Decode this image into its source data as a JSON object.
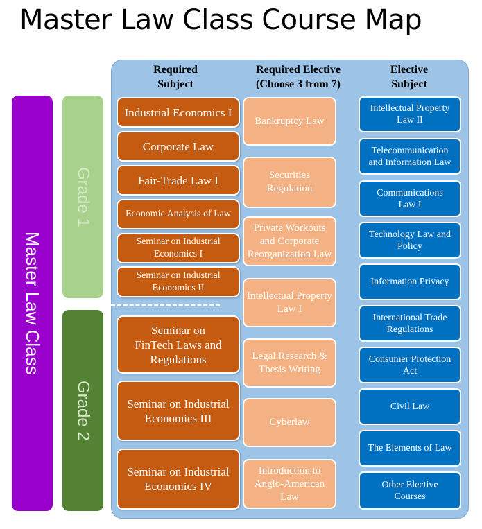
{
  "title": "Master Law Class Course Map",
  "program": {
    "label": "Master Law Class",
    "color": "#9900cc"
  },
  "grades": [
    {
      "label": "Grade 1",
      "color": "#a9d18e"
    },
    {
      "label": "Grade 2",
      "color": "#548235"
    }
  ],
  "columns": {
    "required": {
      "line1": "Required",
      "line2": "Subject"
    },
    "required_elective": {
      "line1": "Required Elective",
      "line2": "(Choose 3 from 7)"
    },
    "elective": {
      "line1": "Elective",
      "line2": "Subject"
    }
  },
  "colors": {
    "panel": "#9dc3e6",
    "required": "#c55a11",
    "required_elective": "#f4b183",
    "elective": "#0070c0"
  },
  "required_subjects": [
    {
      "lines": [
        "Industrial Economics I"
      ]
    },
    {
      "lines": [
        "Corporate Law"
      ]
    },
    {
      "lines": [
        "Fair-Trade Law I"
      ]
    },
    {
      "lines": [
        "Economic Analysis of Law"
      ]
    },
    {
      "lines": [
        "Seminar on Industrial",
        "Economics I"
      ]
    },
    {
      "lines": [
        "Seminar on Industrial",
        "Economics II"
      ]
    },
    {
      "lines": [
        "Seminar on",
        "FinTech Laws and",
        "Regulations"
      ]
    },
    {
      "lines": [
        "Seminar on Industrial",
        "Economics III"
      ]
    },
    {
      "lines": [
        "Seminar on Industrial",
        "Economics IV"
      ]
    }
  ],
  "required_electives": [
    {
      "lines": [
        "Bankruptcy Law"
      ]
    },
    {
      "lines": [
        "Securities",
        "Regulation"
      ]
    },
    {
      "lines": [
        "Private Workouts",
        "and Corporate",
        "Reorganization Law"
      ]
    },
    {
      "lines": [
        "Intellectual Property",
        "Law I"
      ]
    },
    {
      "lines": [
        "Legal Research  &",
        "Thesis Writing"
      ]
    },
    {
      "lines": [
        "Cyberlaw"
      ]
    },
    {
      "lines": [
        "Introduction to",
        "Anglo-American",
        "Law"
      ]
    }
  ],
  "elective_subjects": [
    {
      "lines": [
        "Intellectual Property",
        "Law II"
      ]
    },
    {
      "lines": [
        "Telecommunication",
        "and Information Law"
      ]
    },
    {
      "lines": [
        "Communications",
        "Law I"
      ]
    },
    {
      "lines": [
        "Technology Law and",
        "Policy"
      ]
    },
    {
      "lines": [
        "Information Privacy"
      ]
    },
    {
      "lines": [
        "International Trade",
        "Regulations"
      ]
    },
    {
      "lines": [
        "Consumer Protection",
        "Act"
      ]
    },
    {
      "lines": [
        "Civil Law"
      ]
    },
    {
      "lines": [
        "The Elements of Law"
      ]
    },
    {
      "lines": [
        "Other Elective",
        "Courses"
      ]
    }
  ]
}
